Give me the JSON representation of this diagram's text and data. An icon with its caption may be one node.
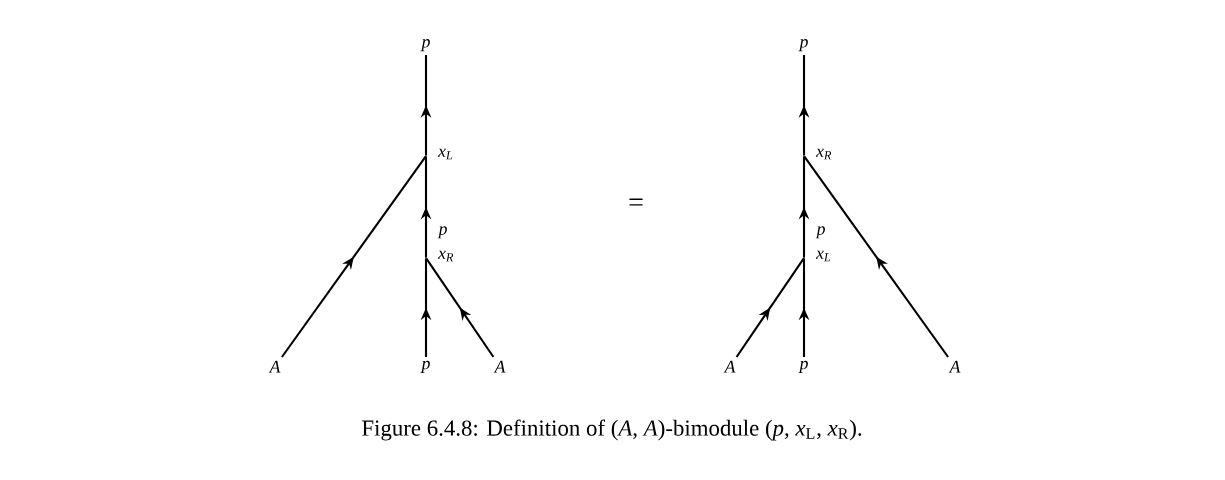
{
  "diagram": {
    "caption": "Figure 6.4.8: Definition of (*A*, *A*)-bimodule (*p*, *x*$_{L}$, *x*$_{R}$).",
    "nodes": [
      {
        "text": [
          "p"
        ]
      },
      {
        "text": [],
        "shape": "point",
        "beside": [
          "x$_{L}$"
        ]
      },
      {
        "text": [],
        "shape": "point",
        "beside": [
          "x$_{R}$"
        ]
      },
      {
        "text": [
          "A"
        ]
      },
      {
        "text": [
          "p"
        ]
      },
      {
        "text": [
          "A"
        ]
      },
      {
        "text": [
          "p"
        ]
      },
      {
        "text": [],
        "shape": "point",
        "beside": [
          "x$_{R}$"
        ]
      },
      {
        "text": [],
        "shape": "point",
        "beside": [
          "x$_{L}$"
        ]
      },
      {
        "text": [
          "A"
        ]
      },
      {
        "text": [
          "p"
        ]
      },
      {
        "text": [
          "A"
        ]
      }
    ],
    "edges": [
      {
        "from": 1,
        "to": 0,
        "arrow": "to"
      },
      {
        "from": 2,
        "to": 1,
        "arrow": "to",
        "label": "p"
      },
      {
        "from": 3,
        "to": 1,
        "arrow": "to"
      },
      {
        "from": 4,
        "to": 2,
        "arrow": "to"
      },
      {
        "from": 5,
        "to": 2,
        "arrow": "to"
      },
      {
        "from": 7,
        "to": 6,
        "arrow": "to"
      },
      {
        "from": 8,
        "to": 7,
        "arrow": "to",
        "label": "p"
      },
      {
        "from": 9,
        "to": 8,
        "arrow": "to"
      },
      {
        "from": 10,
        "to": 8,
        "arrow": "to"
      },
      {
        "from": 11,
        "to": 7,
        "arrow": "to"
      }
    ],
    "labels": [
      "="
    ]
  }
}
